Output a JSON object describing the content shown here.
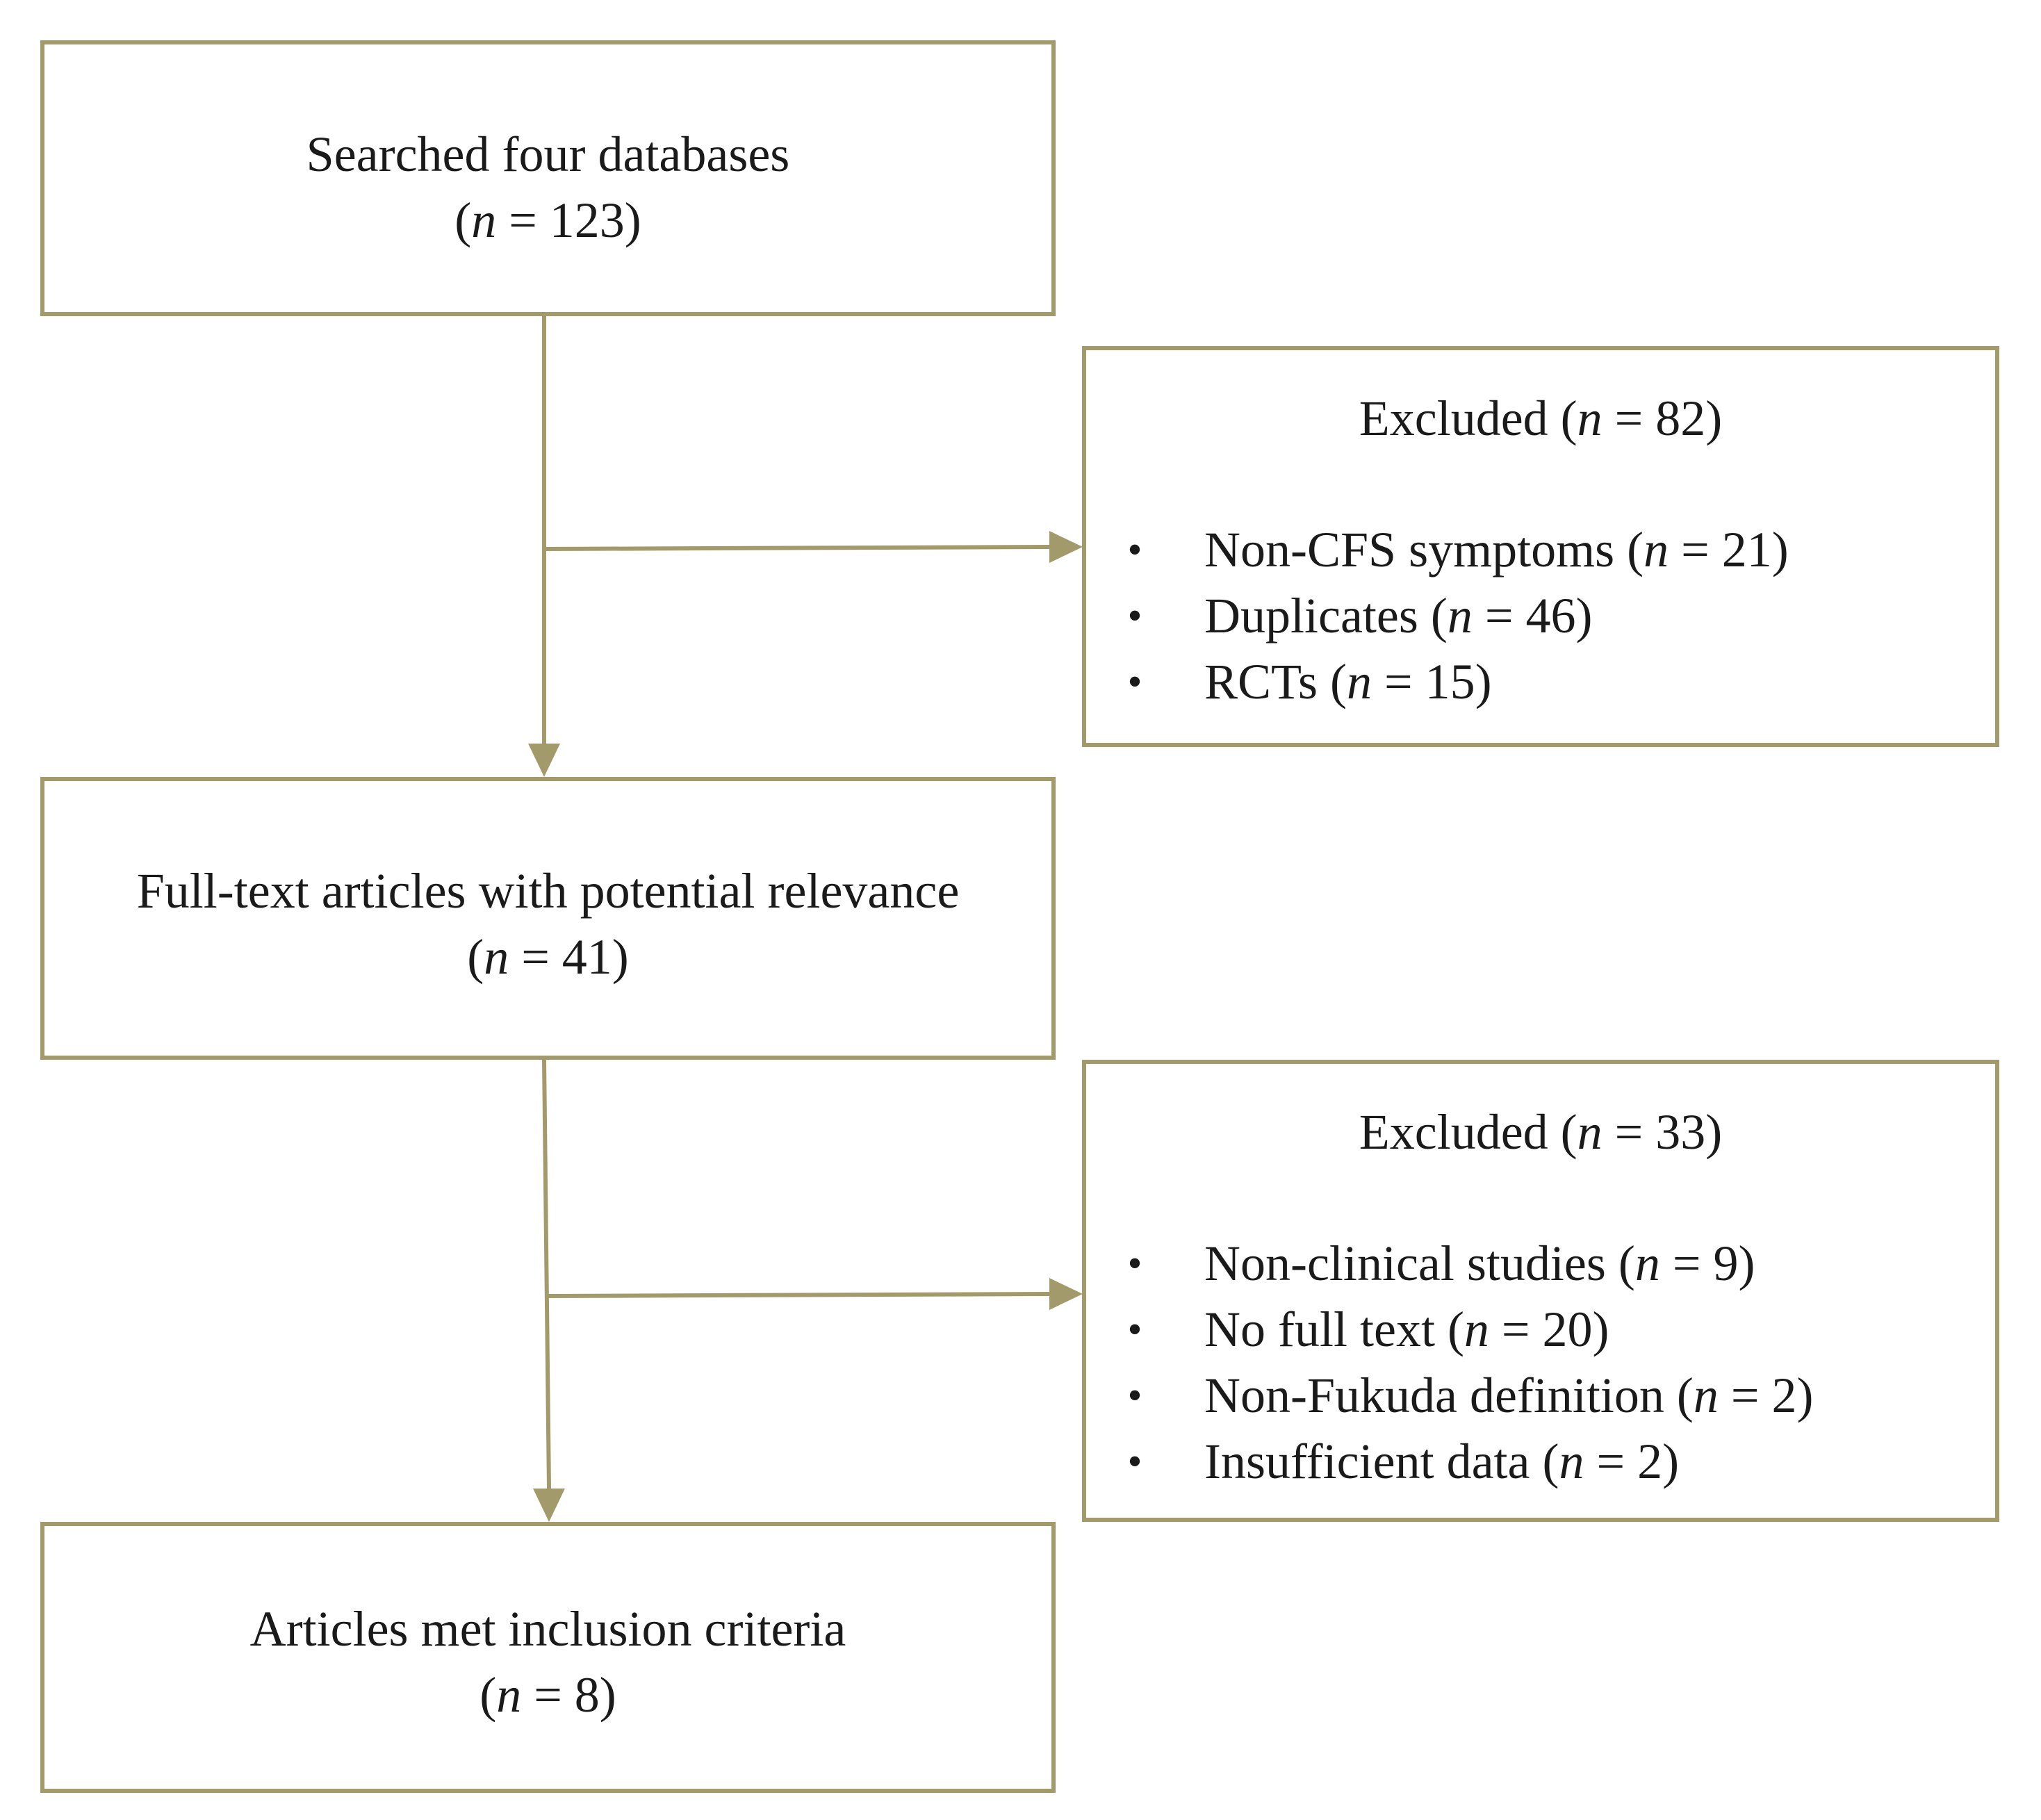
{
  "boxes": {
    "search": {
      "label": "Searched  four databases",
      "n_prefix": "(",
      "n_symbol": "n",
      "n_suffix": " = 123)"
    },
    "fulltext": {
      "label": "Full-text articles with potential relevance",
      "n_prefix": "(",
      "n_symbol": "n",
      "n_suffix": " = 41)"
    },
    "included": {
      "label": "Articles met inclusion criteria",
      "n_prefix": "(",
      "n_symbol": "n",
      "n_suffix": " = 8)"
    }
  },
  "exclusions": [
    {
      "title_prefix": "Excluded (",
      "title_symbol": "n",
      "title_suffix": " = 82)",
      "items": [
        {
          "label": "Non-CFS symptoms (",
          "symbol": "n",
          "suffix": " = 21)"
        },
        {
          "label": "Duplicates (",
          "symbol": "n",
          "suffix": " = 46)"
        },
        {
          "label": "RCTs (",
          "symbol": "n",
          "suffix": " = 15)"
        }
      ]
    },
    {
      "title_prefix": "Excluded (",
      "title_symbol": "n",
      "title_suffix": " = 33)",
      "items": [
        {
          "label": "Non-clinical studies (",
          "symbol": "n",
          "suffix": " = 9)"
        },
        {
          "label": "No full text (",
          "symbol": "n",
          "suffix": " = 20)"
        },
        {
          "label": "Non-Fukuda definition (",
          "symbol": "n",
          "suffix": " = 2)"
        },
        {
          "label": "Insufficient data (",
          "symbol": "n",
          "suffix": " = 2)"
        }
      ]
    }
  ],
  "bullet_glyph": "•",
  "colors": {
    "line": "#a39a6c",
    "text": "#1a1a1a"
  }
}
